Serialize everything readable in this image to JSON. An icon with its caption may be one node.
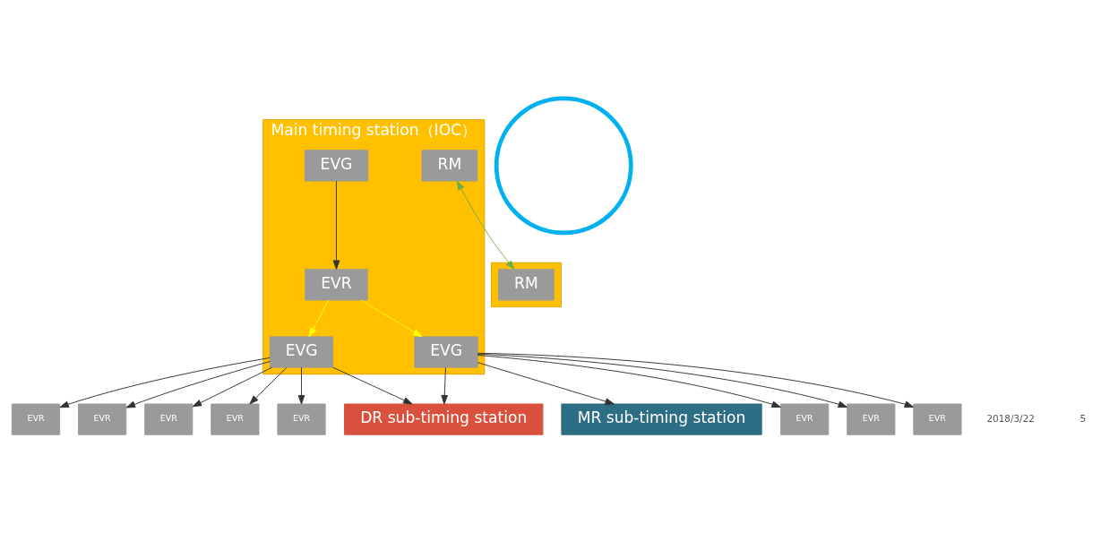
{
  "diagram": {
    "nodes": [
      {
        "text": [
          "Main timing station（IOC）"
        ]
      },
      {
        "text": [
          "EVG"
        ],
        "in": 0
      },
      {
        "text": [
          "RM"
        ],
        "in": 0
      },
      {
        "text": [
          "EVR"
        ],
        "in": 0
      },
      {
        "text": [
          "EVG"
        ],
        "in": 0
      },
      {
        "text": [
          "EVG"
        ],
        "in": 0
      },
      {
        "text": [],
        "shape": "box"
      },
      {
        "text": [
          "RM"
        ],
        "in": 6
      },
      {
        "text": [
          "DR sub-timing station"
        ]
      },
      {
        "text": [],
        "shape": "circle"
      },
      {
        "text": [
          "MR sub-timing station"
        ]
      },
      {
        "text": [
          "EVR"
        ]
      },
      {
        "text": [
          "EVR"
        ]
      },
      {
        "text": [
          "EVR"
        ]
      },
      {
        "text": [
          "EVR"
        ]
      },
      {
        "text": [
          "EVR"
        ]
      },
      {
        "text": [
          "EVR"
        ]
      },
      {
        "text": [
          "EVR"
        ]
      },
      {
        "text": [
          "EVR"
        ]
      }
    ],
    "edges": [
      {
        "from": 1,
        "to": 3,
        "arrow": "to"
      },
      {
        "from": 3,
        "to": 4,
        "arrow": "to",
        "color": "#ffff00"
      },
      {
        "from": 3,
        "to": 5,
        "arrow": "to",
        "color": "#ffff00"
      },
      {
        "from": 2,
        "to": 7,
        "arrow": "both",
        "color": "#70ad47"
      },
      {
        "from": 4,
        "to": 11,
        "arrow": "to"
      },
      {
        "from": 4,
        "to": 13,
        "arrow": "to"
      },
      {
        "from": 4,
        "to": 12,
        "arrow": "to"
      },
      {
        "from": 4,
        "to": 14,
        "arrow": "to"
      },
      {
        "from": 4,
        "to": 15,
        "arrow": "to"
      },
      {
        "from": 4,
        "to": 8,
        "arrow": "to"
      },
      {
        "from": 5,
        "to": 8,
        "arrow": "to"
      },
      {
        "from": 5,
        "to": 16,
        "arrow": "to"
      },
      {
        "from": 5,
        "to": 17,
        "arrow": "to"
      },
      {
        "from": 5,
        "to": 18,
        "arrow": "to"
      },
      {
        "from": 5,
        "to": 10,
        "arrow": "to"
      }
    ],
    "labels": [
      "2018/3/22",
      "5"
    ]
  }
}
